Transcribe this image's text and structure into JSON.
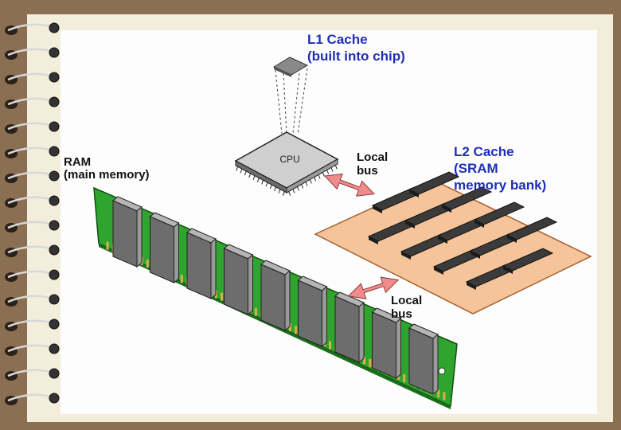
{
  "labels": {
    "l1_title": "L1 Cache",
    "l1_sub": "(built into chip)",
    "cpu": "CPU",
    "ram_title": "RAM",
    "ram_sub": "(main memory)",
    "bus1_line1": "Local",
    "bus1_line2": "bus",
    "l2_title": "L2 Cache",
    "l2_sub1": "(SRAM",
    "l2_sub2": "memory bank)",
    "bus2_line1": "Local",
    "bus2_line2": "bus"
  },
  "colors": {
    "frame": "#8a6f52",
    "paper": "#f3eddc",
    "board": "#fdfdfd",
    "label_blue": "#1f2fb8",
    "ram_pcb": "#2fa52f",
    "l2_board": "#f6c49a",
    "arrow": "#f08b8b"
  },
  "icons": {
    "binding": "spiral-ring-binding",
    "ram": "ram-module",
    "cpu": "cpu-chip",
    "l1": "l1-cache-die",
    "l2": "sram-memory-bank",
    "arrows": "double-headed-arrow"
  }
}
